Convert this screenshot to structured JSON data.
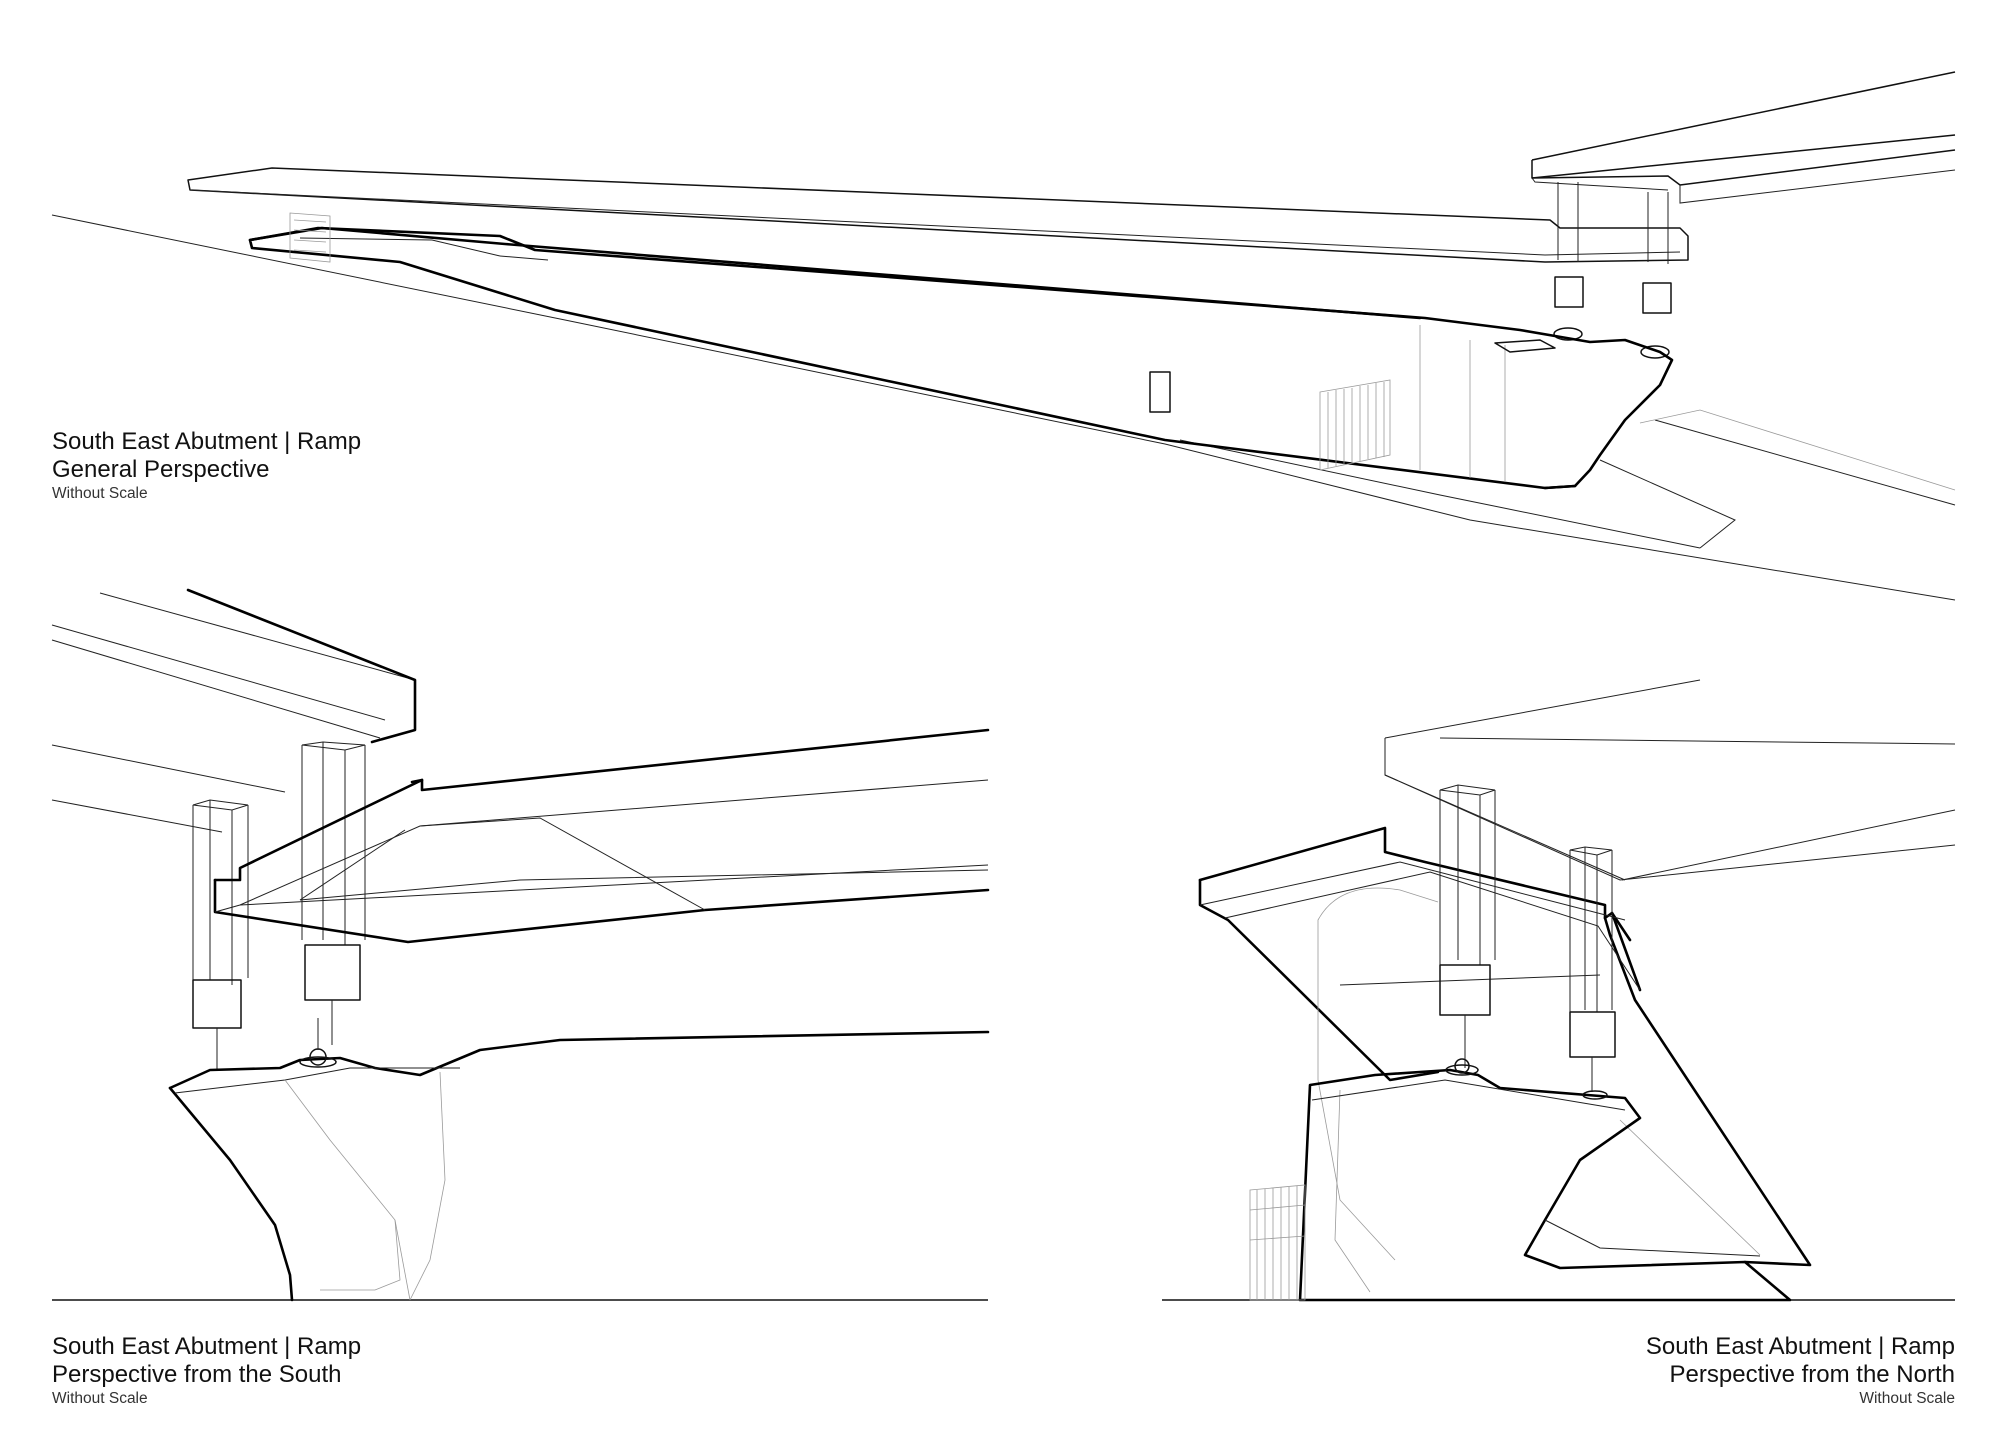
{
  "views": [
    {
      "title": "South East Abutment | Ramp",
      "subtitle": "General Perspective",
      "scale_note": "Without Scale"
    },
    {
      "title": "South East Abutment | Ramp",
      "subtitle": "Perspective from the South",
      "scale_note": "Without Scale"
    },
    {
      "title": "South East Abutment | Ramp",
      "subtitle": "Perspective from the North",
      "scale_note": "Without Scale"
    }
  ]
}
